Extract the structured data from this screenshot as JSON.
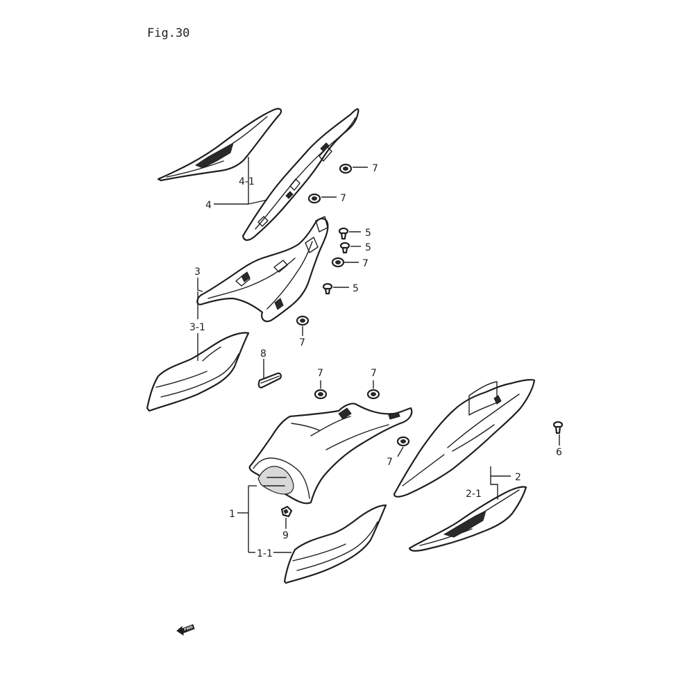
{
  "figure": {
    "title": "Fig.30",
    "fwd_label": "FWD"
  },
  "callouts": {
    "p1": "1",
    "p1_1": "1-1",
    "p2": "2",
    "p2_1": "2-1",
    "p3": "3",
    "p3_1": "3-1",
    "p4": "4",
    "p4_1": "4-1",
    "p5a": "5",
    "p5b": "5",
    "p5c": "5",
    "p6": "6",
    "p7a": "7",
    "p7b": "7",
    "p7c": "7",
    "p7d": "7",
    "p7e": "7",
    "p7f": "7",
    "p7g": "7",
    "p8": "8",
    "p9": "9"
  }
}
